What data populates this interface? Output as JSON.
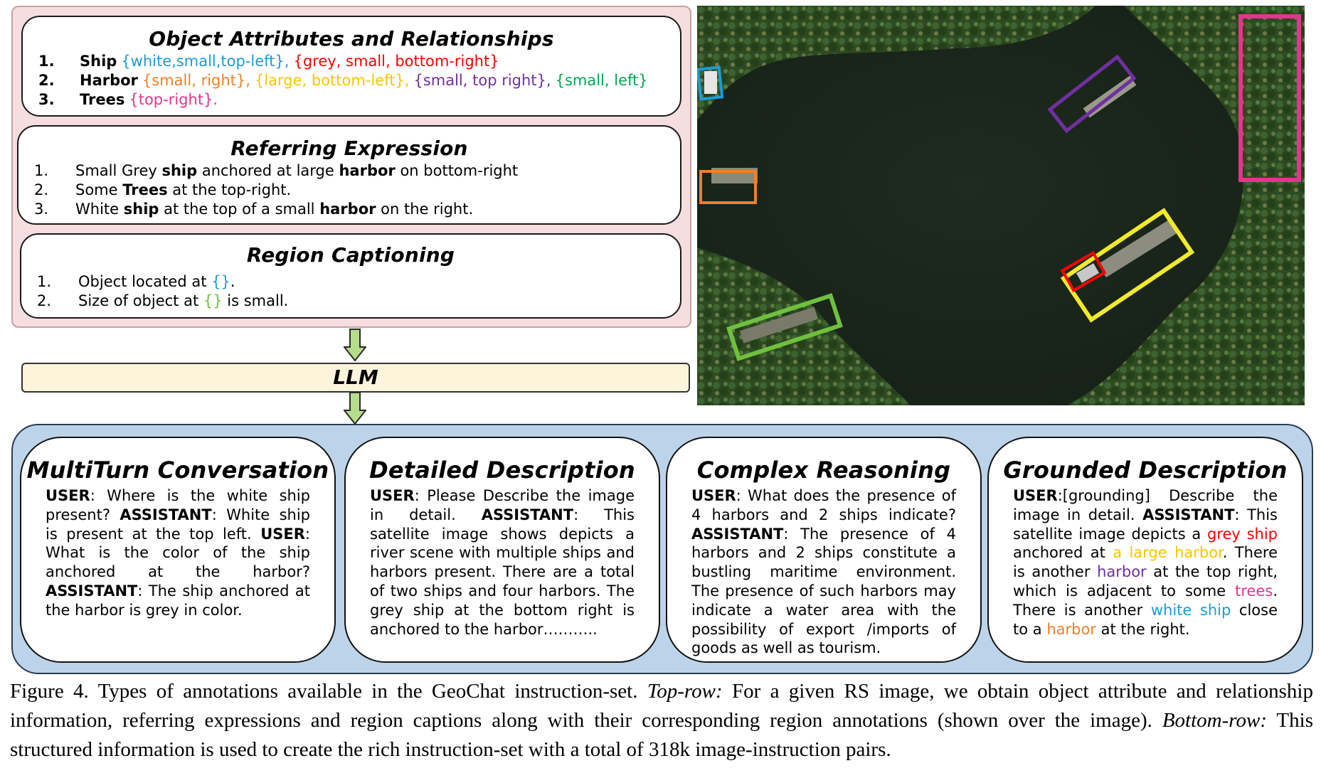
{
  "colors": {
    "blue": "#1e9bd7",
    "red": "#ff0000",
    "orange": "#f07f2a",
    "yellow": "#f6c600",
    "purple": "#7030a0",
    "green": "#00a651",
    "pink": "#e8338c",
    "lightgreen": "#70c040"
  },
  "attributes": {
    "title": "Object Attributes and Relationships",
    "rows": [
      {
        "num": "1.",
        "label": "Ship",
        "parts": [
          {
            "text": "{white,small,top-left},",
            "color": "#1e9bd7"
          },
          {
            "text": "{grey, small, bottom-right}",
            "color": "#ff0000"
          }
        ]
      },
      {
        "num": "2.",
        "label": "Harbor",
        "parts": [
          {
            "text": "{small, right},",
            "color": "#f07f2a"
          },
          {
            "text": "{large, bottom-left},",
            "color": "#f6c600"
          },
          {
            "text": "{small, top right},",
            "color": "#7030a0"
          },
          {
            "text": "{small, left}",
            "color": "#00a651"
          }
        ]
      },
      {
        "num": "3.",
        "label": "Trees",
        "parts": [
          {
            "text": "{top-right}.",
            "color": "#e8338c"
          }
        ]
      }
    ]
  },
  "referring": {
    "title": "Referring Expression",
    "rows": [
      {
        "num": "1.",
        "segments": [
          {
            "text": "Small Grey "
          },
          {
            "text": "ship",
            "bold": true
          },
          {
            "text": " anchored at large "
          },
          {
            "text": "harbor",
            "bold": true
          },
          {
            "text": " on bottom-right"
          }
        ]
      },
      {
        "num": "2.",
        "segments": [
          {
            "text": "Some "
          },
          {
            "text": "Trees",
            "bold": true
          },
          {
            "text": " at the top-right."
          }
        ]
      },
      {
        "num": "3.",
        "segments": [
          {
            "text": "White "
          },
          {
            "text": "ship",
            "bold": true
          },
          {
            "text": " at the top of a small "
          },
          {
            "text": "harbor",
            "bold": true
          },
          {
            "text": " on the right."
          }
        ]
      }
    ]
  },
  "region": {
    "title": "Region Captioning",
    "rows": [
      {
        "num": "1.",
        "segments": [
          {
            "text": "Object located at "
          },
          {
            "text": "{}",
            "color": "#1e9bd7"
          },
          {
            "text": "."
          }
        ]
      },
      {
        "num": "2.",
        "segments": [
          {
            "text": "Size of object at "
          },
          {
            "text": "{}",
            "color": "#70c040"
          },
          {
            "text": " is small."
          }
        ]
      }
    ]
  },
  "llm_label": "LLM",
  "bottom_cards": [
    {
      "title": "MultiTurn Conversation",
      "segments": [
        {
          "text": "USER",
          "bold": true
        },
        {
          "text": ": Where is the white ship present? "
        },
        {
          "text": "ASSISTANT",
          "bold": true
        },
        {
          "text": ": White ship is present at the top left. "
        },
        {
          "text": "USER",
          "bold": true
        },
        {
          "text": ": What is the color of the ship anchored at the harbor? "
        },
        {
          "text": "ASSISTANT",
          "bold": true
        },
        {
          "text": ": The ship anchored at the harbor is grey in color."
        }
      ]
    },
    {
      "title": "Detailed Description",
      "segments": [
        {
          "text": "USER",
          "bold": true
        },
        {
          "text": ": Please Describe the image in detail. "
        },
        {
          "text": "ASSISTANT",
          "bold": true
        },
        {
          "text": ": This satellite image shows depicts a river scene with multiple ships and harbors present. There are a total of two ships and four harbors. The grey ship at the bottom right is anchored to the harbor……….."
        }
      ]
    },
    {
      "title": "Complex Reasoning",
      "segments": [
        {
          "text": "USER",
          "bold": true
        },
        {
          "text": ": What does the presence of 4 harbors and 2 ships indicate? "
        },
        {
          "text": "ASSISTANT",
          "bold": true
        },
        {
          "text": ": The presence of 4 harbors and 2 ships constitute a bustling maritime environment. The presence of such harbors may indicate a water area with the possibility of export /imports of goods as well as tourism."
        }
      ]
    },
    {
      "title": "Grounded Description",
      "segments": [
        {
          "text": "USER",
          "bold": true
        },
        {
          "text": ":[grounding] Describe the image in detail. "
        },
        {
          "text": "ASSISTANT",
          "bold": true
        },
        {
          "text": ": This satellite image depicts a "
        },
        {
          "text": "grey ship",
          "color": "#ff0000"
        },
        {
          "text": " anchored at "
        },
        {
          "text": "a large harbor",
          "color": "#f6c600"
        },
        {
          "text": ". There is another "
        },
        {
          "text": "harbor",
          "color": "#7030a0"
        },
        {
          "text": " at the top right, which is adjacent to some "
        },
        {
          "text": "trees",
          "color": "#e8338c"
        },
        {
          "text": ". There is another "
        },
        {
          "text": "white ship",
          "color": "#1e9bd7"
        },
        {
          "text": " close to a "
        },
        {
          "text": "harbor",
          "color": "#f07f2a"
        },
        {
          "text": " at the right."
        }
      ]
    }
  ],
  "caption": [
    {
      "text": "Figure 4.  Types of annotations available in the GeoChat instruction-set. "
    },
    {
      "text": "Top-row:",
      "italic": true
    },
    {
      "text": " For a given RS image, we obtain object attribute and relationship information, referring expressions and region captions along with their corresponding region annotations (shown over the image). "
    },
    {
      "text": "Bottom-row:",
      "italic": true
    },
    {
      "text": " This structured information is used to create the rich instruction-set with a total of 318k image-instruction pairs."
    }
  ]
}
